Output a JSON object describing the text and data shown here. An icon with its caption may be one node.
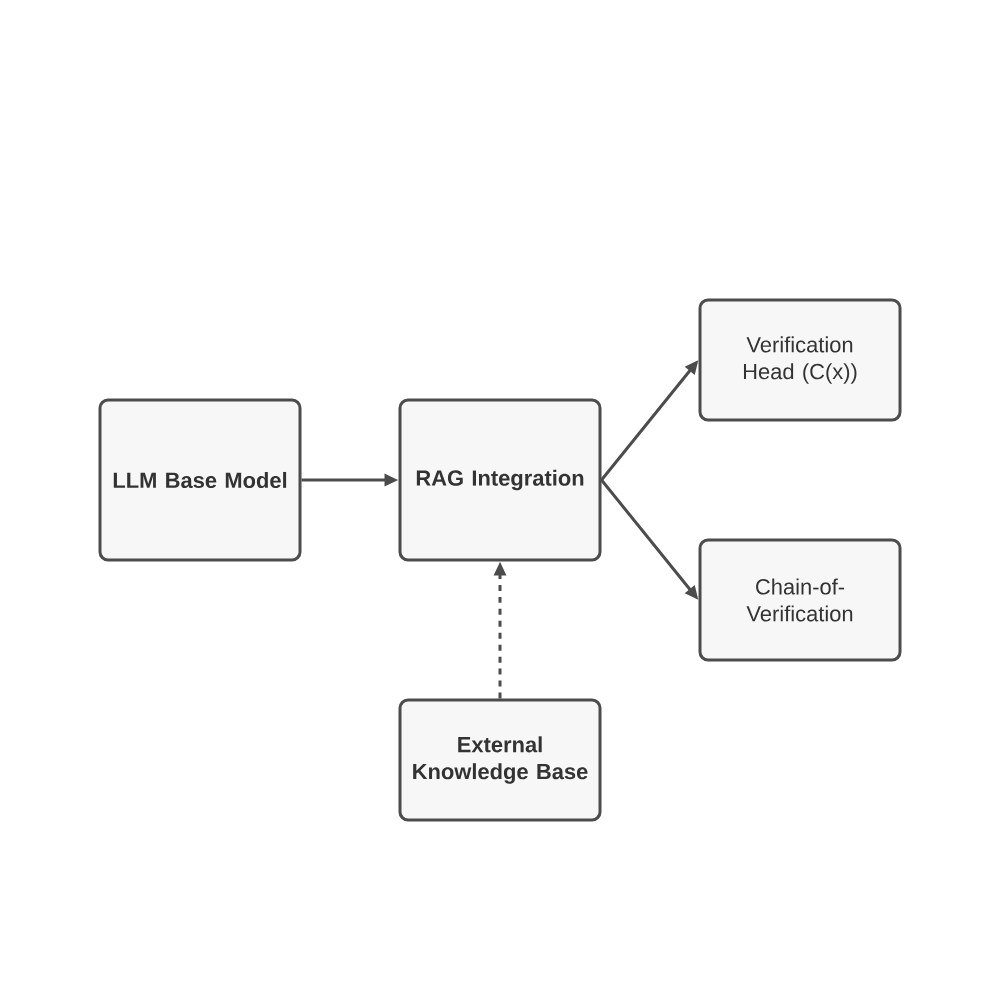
{
  "diagram": {
    "nodes": [
      {
        "text": [
          "LLM Base Model"
        ]
      },
      {
        "text": [
          "RAG Integration"
        ]
      },
      {
        "text": [
          "Verification Head (C(x))"
        ]
      },
      {
        "text": [
          "Chain-of-Verification"
        ]
      },
      {
        "text": [
          "External Knowledge Base"
        ]
      }
    ],
    "edges": [
      {
        "from": 0,
        "to": 1,
        "arrow": "to"
      },
      {
        "from": 1,
        "to": 2,
        "arrow": "to"
      },
      {
        "from": 1,
        "to": 3,
        "arrow": "to"
      },
      {
        "from": 4,
        "to": 1,
        "arrow": "to",
        "style": "dashed"
      }
    ]
  }
}
